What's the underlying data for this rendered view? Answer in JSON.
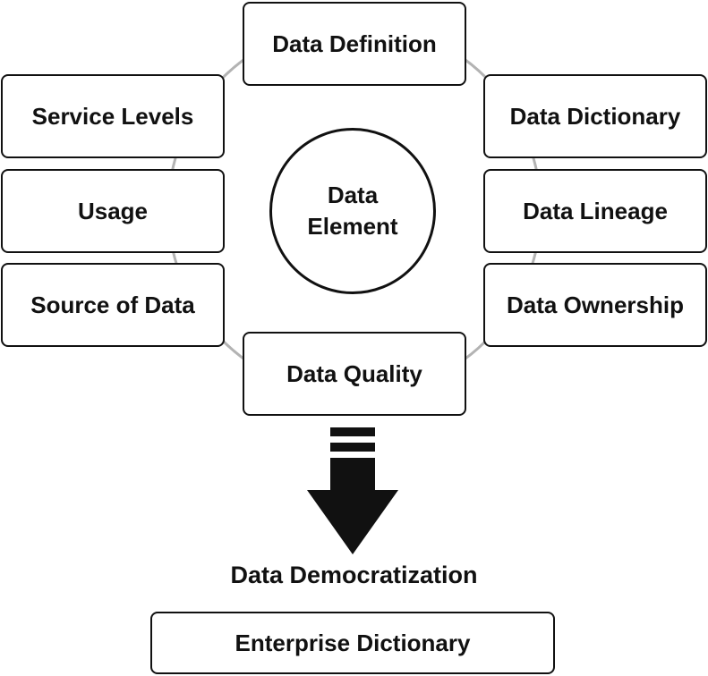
{
  "nodes": {
    "data_definition": "Data Definition",
    "service_levels": "Service Levels",
    "usage": "Usage",
    "source_of_data": "Source of Data",
    "data_dictionary": "Data Dictionary",
    "data_lineage": "Data Lineage",
    "data_ownership": "Data Ownership",
    "data_quality": "Data Quality"
  },
  "center": {
    "label": "Data\nElement"
  },
  "flow": {
    "result_label": "Data Democratization",
    "target_box": "Enterprise Dictionary"
  },
  "colors": {
    "stroke": "#111111",
    "ring": "#b3b3b3",
    "background": "#ffffff"
  }
}
